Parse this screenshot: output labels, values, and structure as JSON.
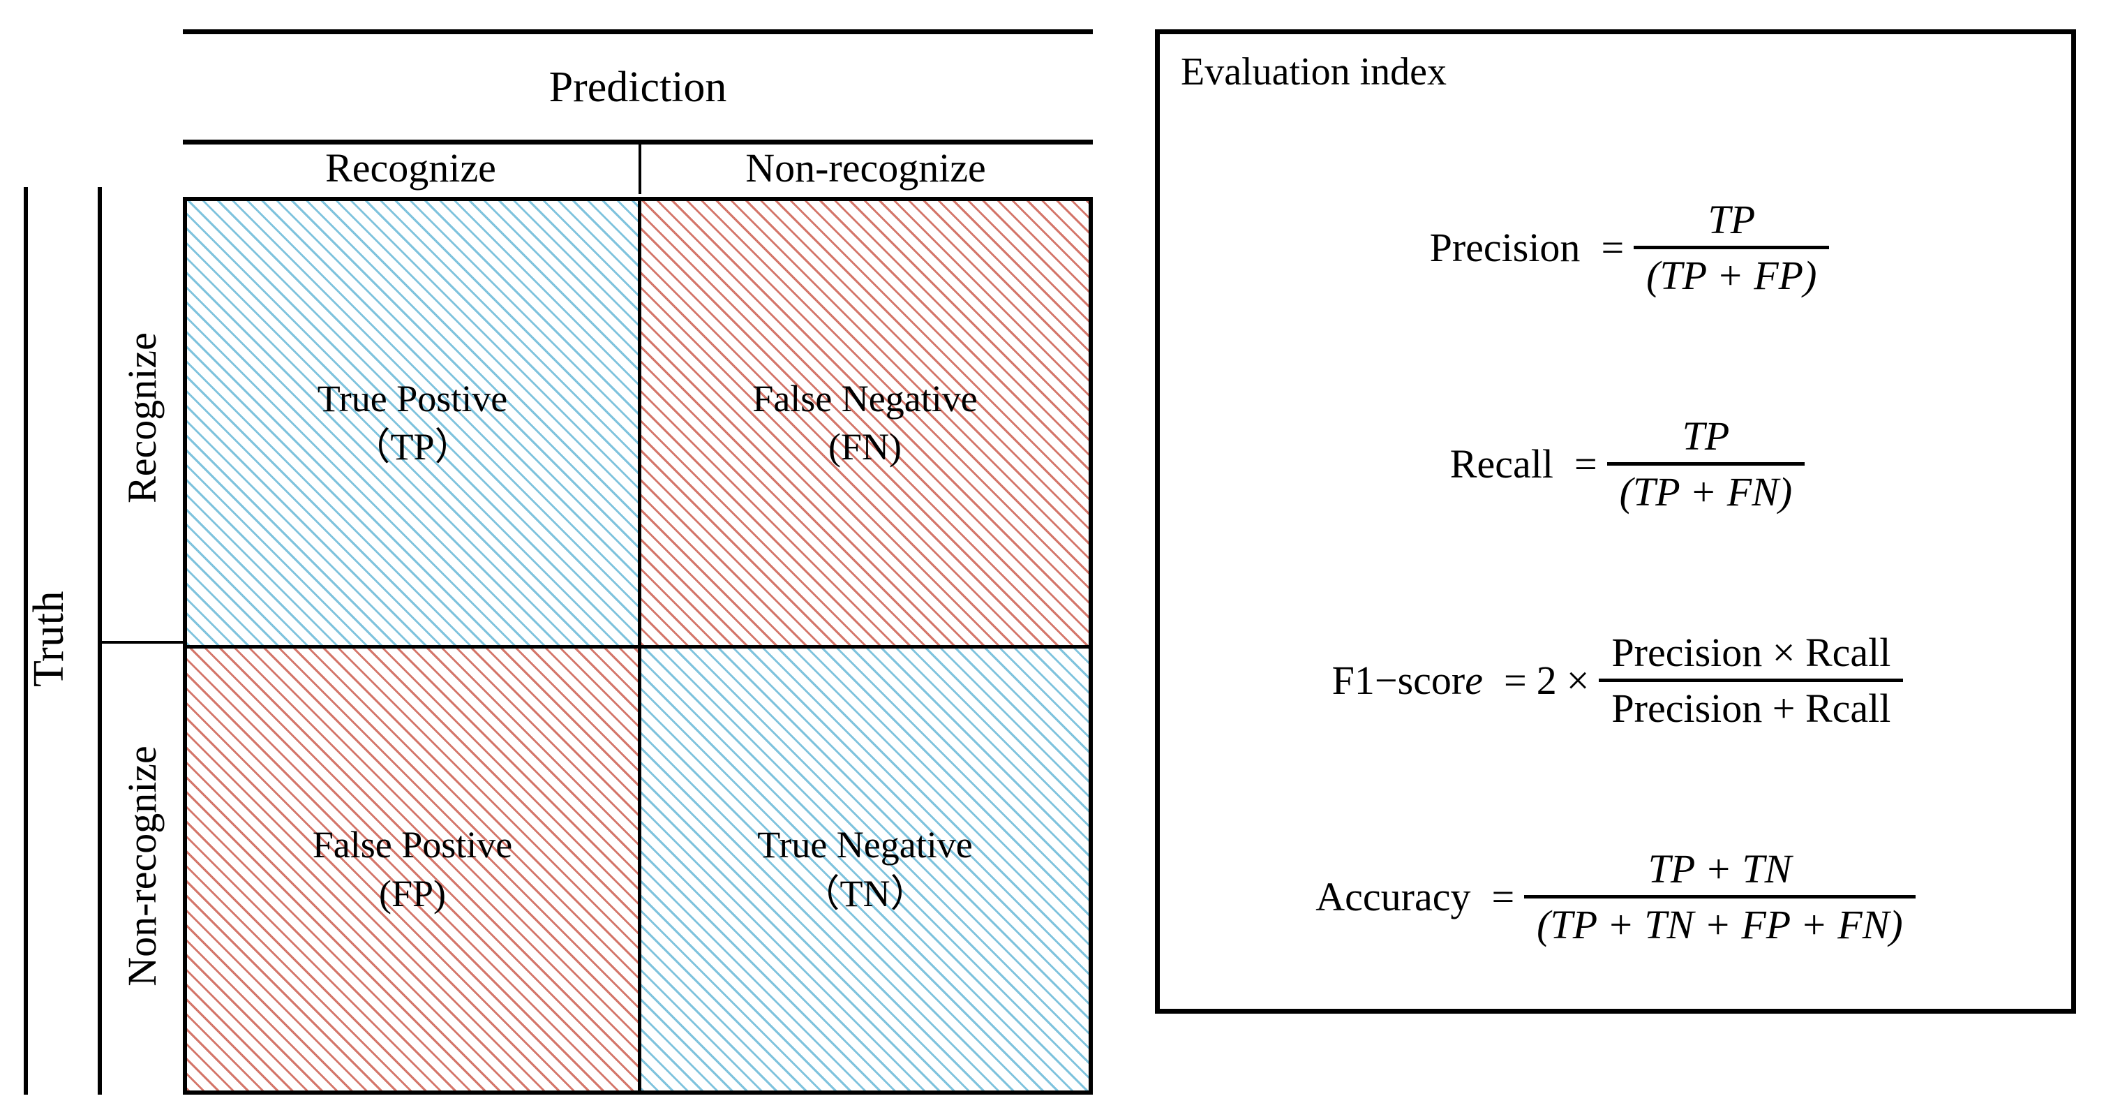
{
  "matrix": {
    "axis_label": "Truth",
    "column_group_header": "Prediction",
    "column_headers": [
      "Recognize",
      "Non-recognize"
    ],
    "row_headers": [
      "Recognize",
      "Non-recognize"
    ],
    "cells": [
      {
        "id": "tp",
        "name": "True Postive",
        "abbrev": "（TP）",
        "fill": "blue",
        "color": "#7fc3dd"
      },
      {
        "id": "fn",
        "name": "False Negative",
        "abbrev": "(FN)",
        "fill": "red",
        "color": "#d4766a"
      },
      {
        "id": "fp",
        "name": "False Postive",
        "abbrev": "(FP)",
        "fill": "red",
        "color": "#d4766a"
      },
      {
        "id": "tn",
        "name": "True Negative",
        "abbrev": "（TN）",
        "fill": "blue",
        "color": "#7fc3dd"
      }
    ]
  },
  "evaluation": {
    "title": "Evaluation index",
    "formulas": [
      {
        "id": "precision",
        "lhs": "Precision",
        "eq": "=",
        "numerator": "TP",
        "denominator": "(TP + FP)"
      },
      {
        "id": "recall",
        "lhs": "Recall",
        "eq": "=",
        "numerator": "TP",
        "denominator": "(TP + FN)"
      },
      {
        "id": "f1-score",
        "lhs_prefix": "F1",
        "lhs_minus": "−",
        "lhs_scor": "scor",
        "lhs_e": "e",
        "eq": "=",
        "factor": "2",
        "times": "×",
        "numerator": "Precision × Rcall",
        "denominator": "Precision + Rcall"
      },
      {
        "id": "accuracy",
        "lhs": "Accuracy",
        "eq": "=",
        "numerator": "TP + TN",
        "denominator": "(TP + TN + FP + FN)"
      }
    ]
  }
}
